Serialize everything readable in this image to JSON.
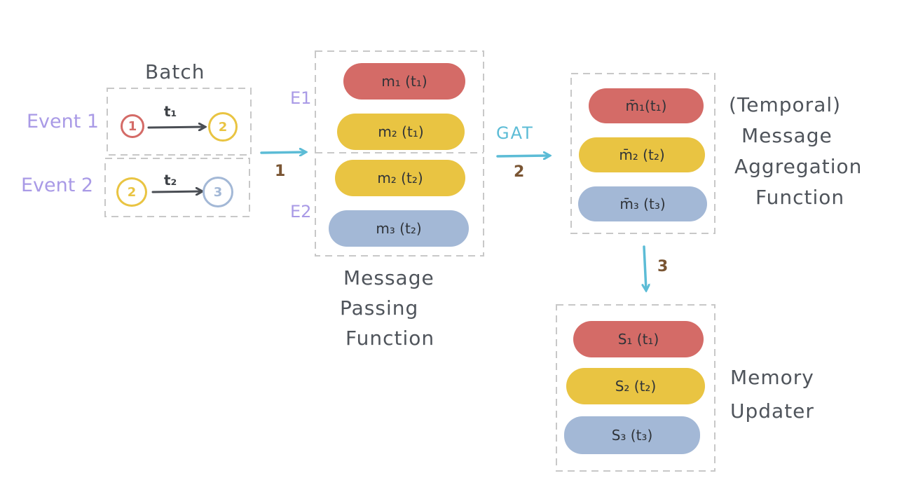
{
  "batch": {
    "title": "Batch",
    "events": [
      {
        "label": "Event 1",
        "source": "1",
        "target": "2",
        "time": "t₁"
      },
      {
        "label": "Event 2",
        "source": "2",
        "target": "3",
        "time": "t₂"
      }
    ]
  },
  "steps": {
    "step1": "1",
    "step2": "2",
    "step3": "3",
    "gat": "GAT"
  },
  "message_passing": {
    "title_lines": [
      "Message",
      "Passing",
      "Function"
    ],
    "group_labels": [
      "E1",
      "E2"
    ],
    "messages": [
      "m₁ (t₁)",
      "m₂ (t₁)",
      "m₂ (t₂)",
      "m₃ (t₂)"
    ]
  },
  "aggregation": {
    "title_lines": [
      "(Temporal)",
      "Message",
      "Aggregation",
      "Function"
    ],
    "messages": [
      "m̄₁(t₁)",
      "m̄₂ (t₂)",
      "m̄₃ (t₃)"
    ]
  },
  "memory": {
    "title_lines": [
      "Memory",
      "Updater"
    ],
    "states": [
      "S₁ (t₁)",
      "S₂ (t₂)",
      "S₃ (t₃)"
    ]
  },
  "colors": {
    "red": "#d46b67",
    "yellow": "#e9c442",
    "blue": "#a3b8d6",
    "arrow": "#5cbcd6",
    "event_text": "#a99ae6",
    "step_text": "#7a5533"
  }
}
